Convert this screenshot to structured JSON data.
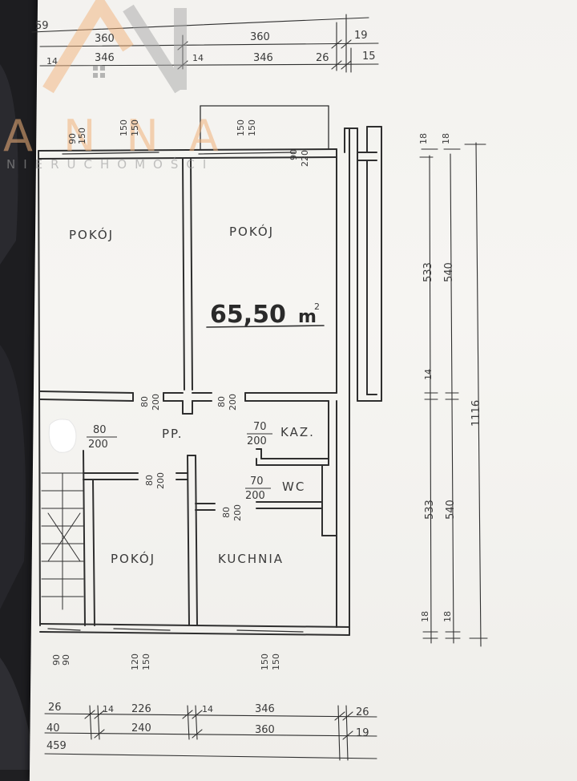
{
  "watermark": {
    "brand": "ANNA",
    "subtitle": "NIERUCHOMOŚCI",
    "color_primary": "#f2b27a",
    "color_secondary": "#9b9b9b"
  },
  "plan": {
    "total_area": "65,50",
    "area_unit": "m",
    "area_exponent": "2",
    "rooms": {
      "room_top_left": "POKÓJ",
      "room_top_right": "POKÓJ",
      "hall": "PP.",
      "storage": "KAZ.",
      "wc": "WC",
      "room_bottom_left": "POKÓJ",
      "kitchen": "KUCHNIA"
    },
    "top_dims": {
      "total": "59",
      "span_left_outer": "360",
      "span_right_outer": "360",
      "right_edge_a": "19",
      "left_end": "14",
      "span_left_inner": "346",
      "mid_wall": "14",
      "span_right_inner": "346",
      "right_wall": "26",
      "right_edge_b": "15"
    },
    "window_dims": {
      "win_a_w": "90",
      "win_a_h": "150",
      "win_b_w": "150",
      "win_b_h": "150",
      "win_c_w": "150",
      "win_c_h": "150"
    },
    "door_dims": {
      "balcony_w": "90",
      "balcony_h": "220",
      "door_hall_left_w": "80",
      "door_hall_left_h": "200",
      "door_hall_right_w": "80",
      "door_hall_right_h": "200",
      "door_entry_w": "80",
      "door_entry_h": "200",
      "door_kaz_w": "70",
      "door_kaz_h": "200",
      "door_wc_w": "70",
      "door_wc_h": "200",
      "door_room_bl_w": "80",
      "door_room_bl_h": "200",
      "door_kitchen_w": "80",
      "door_kitchen_h": "200"
    },
    "bottom_window_dims": {
      "win_far_left_a": "90",
      "win_far_left_b": "90",
      "win_room_w": "120",
      "win_room_h": "150",
      "win_kitchen_w": "150",
      "win_kitchen_h": "150"
    },
    "right_dims": {
      "top_a": "18",
      "top_b": "18",
      "upper_inner": "533",
      "upper_outer": "540",
      "middle_wall": "14",
      "total": "1116",
      "lower_inner": "533",
      "lower_outer": "540",
      "bottom_a": "18",
      "bottom_b": "18"
    },
    "bottom_dims": {
      "left_wall": "26",
      "wall_a": "14",
      "span_left_inner": "226",
      "wall_b": "14",
      "span_right_inner": "346",
      "right_wall": "26",
      "left_outer": "40",
      "span_left_outer": "240",
      "span_right_outer": "360",
      "right_edge": "19",
      "total": "459"
    }
  }
}
